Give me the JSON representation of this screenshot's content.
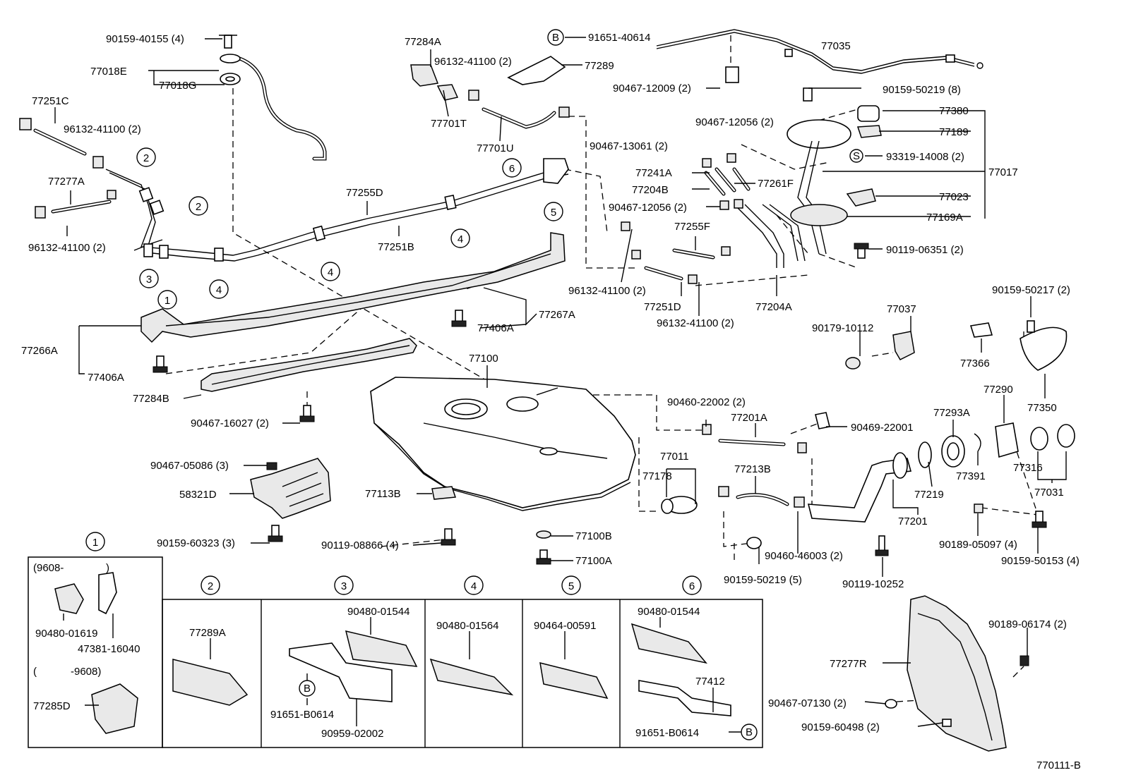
{
  "diagram_id": "770111-B",
  "callouts": [
    {
      "id": "c1",
      "text": "90159-40155 (4)"
    },
    {
      "id": "c2",
      "text": "77018E"
    },
    {
      "id": "c3",
      "text": "77018G"
    },
    {
      "id": "c4",
      "text": "77251C"
    },
    {
      "id": "c5",
      "text": "96132-41100 (2)"
    },
    {
      "id": "c6",
      "text": "77277A"
    },
    {
      "id": "c7",
      "text": "96132-41100 (2)"
    },
    {
      "id": "c8",
      "text": "77255D"
    },
    {
      "id": "c9",
      "text": "77251B"
    },
    {
      "id": "c10",
      "text": "77284A"
    },
    {
      "id": "c11",
      "text": "96132-41100 (2)"
    },
    {
      "id": "c12",
      "text": "77701T"
    },
    {
      "id": "c13",
      "text": "77701U"
    },
    {
      "id": "c14",
      "text": "91651-40614"
    },
    {
      "id": "c15",
      "text": "77289"
    },
    {
      "id": "c16",
      "text": "77035"
    },
    {
      "id": "c17",
      "text": "90467-12009 (2)"
    },
    {
      "id": "c18",
      "text": "90159-50219 (8)"
    },
    {
      "id": "c19",
      "text": "77380"
    },
    {
      "id": "c20",
      "text": "77189"
    },
    {
      "id": "c21",
      "text": "93319-14008 (2)"
    },
    {
      "id": "c22",
      "text": "77017"
    },
    {
      "id": "c23",
      "text": "77023"
    },
    {
      "id": "c24",
      "text": "77169A"
    },
    {
      "id": "c25",
      "text": "90119-06351 (2)"
    },
    {
      "id": "c26",
      "text": "90467-12056 (2)"
    },
    {
      "id": "c27",
      "text": "90467-13061 (2)"
    },
    {
      "id": "c28",
      "text": "77241A"
    },
    {
      "id": "c29",
      "text": "77204B"
    },
    {
      "id": "c30",
      "text": "77261F"
    },
    {
      "id": "c31",
      "text": "90467-12056 (2)"
    },
    {
      "id": "c32",
      "text": "77255F"
    },
    {
      "id": "c33",
      "text": "96132-41100 (2)"
    },
    {
      "id": "c34",
      "text": "77251D"
    },
    {
      "id": "c35",
      "text": "96132-41100 (2)"
    },
    {
      "id": "c36",
      "text": "77204A"
    },
    {
      "id": "c37",
      "text": "77267A"
    },
    {
      "id": "c38",
      "text": "77406A"
    },
    {
      "id": "c39",
      "text": "77266A"
    },
    {
      "id": "c40",
      "text": "77406A"
    },
    {
      "id": "c41",
      "text": "77284B"
    },
    {
      "id": "c42",
      "text": "77100"
    },
    {
      "id": "c43",
      "text": "90467-16027 (2)"
    },
    {
      "id": "c44",
      "text": "90467-05086 (3)"
    },
    {
      "id": "c45",
      "text": "58321D"
    },
    {
      "id": "c46",
      "text": "90159-60323 (3)"
    },
    {
      "id": "c47",
      "text": "77113B"
    },
    {
      "id": "c48",
      "text": "90119-08866 (4)"
    },
    {
      "id": "c49",
      "text": "77100B"
    },
    {
      "id": "c50",
      "text": "77100A"
    },
    {
      "id": "c51",
      "text": "90460-22002 (2)"
    },
    {
      "id": "c52",
      "text": "77201A"
    },
    {
      "id": "c53",
      "text": "90469-22001"
    },
    {
      "id": "c54",
      "text": "77011"
    },
    {
      "id": "c55",
      "text": "77178"
    },
    {
      "id": "c56",
      "text": "77213B"
    },
    {
      "id": "c57",
      "text": "90460-46003 (2)"
    },
    {
      "id": "c58",
      "text": "90159-50219 (5)"
    },
    {
      "id": "c59",
      "text": "90119-10252"
    },
    {
      "id": "c60",
      "text": "77201"
    },
    {
      "id": "c61",
      "text": "77219"
    },
    {
      "id": "c62",
      "text": "77293A"
    },
    {
      "id": "c63",
      "text": "77391"
    },
    {
      "id": "c64",
      "text": "77290"
    },
    {
      "id": "c65",
      "text": "77316"
    },
    {
      "id": "c66",
      "text": "77031"
    },
    {
      "id": "c67",
      "text": "90189-05097 (4)"
    },
    {
      "id": "c68",
      "text": "90159-50153 (4)"
    },
    {
      "id": "c69",
      "text": "77037"
    },
    {
      "id": "c70",
      "text": "90179-10112"
    },
    {
      "id": "c71",
      "text": "77366"
    },
    {
      "id": "c72",
      "text": "90159-50217 (2)"
    },
    {
      "id": "c73",
      "text": "77350"
    },
    {
      "id": "c74",
      "text": "77277R"
    },
    {
      "id": "c75",
      "text": "90189-06174 (2)"
    },
    {
      "id": "c76",
      "text": "90467-07130 (2)"
    },
    {
      "id": "c77",
      "text": "90159-60498 (2)"
    }
  ],
  "clamp_markers": [
    {
      "id": "m1",
      "text": "2"
    },
    {
      "id": "m2",
      "text": "2"
    },
    {
      "id": "m3",
      "text": "3"
    },
    {
      "id": "m4",
      "text": "1"
    },
    {
      "id": "m5",
      "text": "4"
    },
    {
      "id": "m6",
      "text": "4"
    },
    {
      "id": "m7",
      "text": "4"
    },
    {
      "id": "m8",
      "text": "6"
    },
    {
      "id": "m9",
      "text": "5"
    },
    {
      "id": "m10",
      "text": "B"
    },
    {
      "id": "m11",
      "text": "S"
    }
  ],
  "detail_panels": [
    {
      "marker": "1",
      "parts": [
        "(9608-",
        "  )",
        "90480-01619",
        "47381-16040",
        "(",
        "-9608)",
        "77285D"
      ]
    },
    {
      "marker": "2",
      "parts": [
        "77289A"
      ]
    },
    {
      "marker": "3",
      "parts": [
        "90480-01544",
        "91651-B0614",
        "90959-02002",
        "B"
      ]
    },
    {
      "marker": "4",
      "parts": [
        "90480-01564"
      ]
    },
    {
      "marker": "5",
      "parts": [
        "90464-00591"
      ]
    },
    {
      "marker": "6",
      "parts": [
        "90480-01544",
        "77412",
        "91651-B0614",
        "B"
      ]
    }
  ]
}
